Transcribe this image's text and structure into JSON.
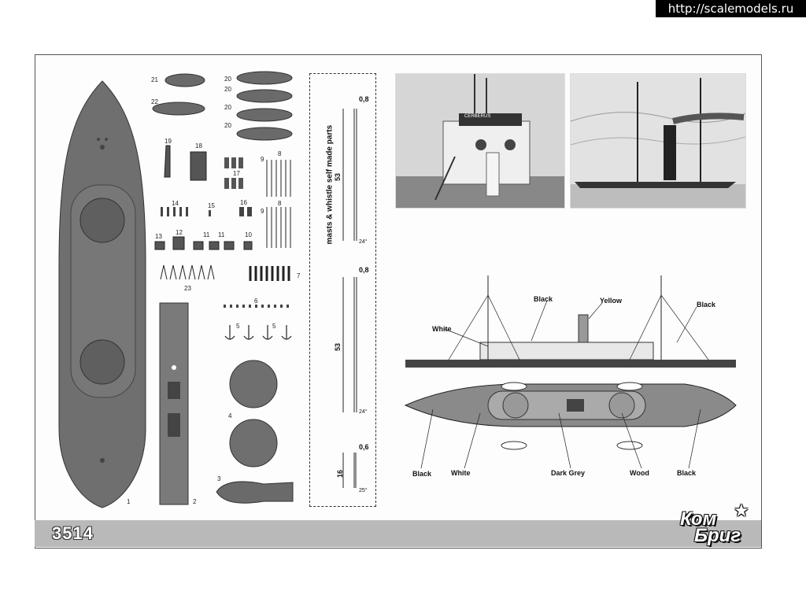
{
  "watermark": {
    "url": "http://scalemodels.ru"
  },
  "sheet": {
    "product_code": "3514",
    "brand_line1": "Ком",
    "brand_line2": "Бриг"
  },
  "parts": {
    "labels": [
      {
        "id": "p1",
        "text": "1"
      },
      {
        "id": "p2",
        "text": "2"
      },
      {
        "id": "p3",
        "text": "3"
      },
      {
        "id": "p4",
        "text": "4"
      },
      {
        "id": "p5a",
        "text": "5"
      },
      {
        "id": "p5b",
        "text": "5"
      },
      {
        "id": "p6",
        "text": "6"
      },
      {
        "id": "p7",
        "text": "7"
      },
      {
        "id": "p8a",
        "text": "8"
      },
      {
        "id": "p8b",
        "text": "8"
      },
      {
        "id": "p9a",
        "text": "9"
      },
      {
        "id": "p9b",
        "text": "9"
      },
      {
        "id": "p10",
        "text": "10"
      },
      {
        "id": "p11a",
        "text": "11"
      },
      {
        "id": "p11b",
        "text": "11"
      },
      {
        "id": "p12",
        "text": "12"
      },
      {
        "id": "p13",
        "text": "13"
      },
      {
        "id": "p14",
        "text": "14"
      },
      {
        "id": "p15",
        "text": "15"
      },
      {
        "id": "p16",
        "text": "16"
      },
      {
        "id": "p17",
        "text": "17"
      },
      {
        "id": "p18",
        "text": "18"
      },
      {
        "id": "p19",
        "text": "19"
      },
      {
        "id": "p20a",
        "text": "20"
      },
      {
        "id": "p20b",
        "text": "20"
      },
      {
        "id": "p20c",
        "text": "20"
      },
      {
        "id": "p20d",
        "text": "20"
      },
      {
        "id": "p21",
        "text": "21"
      },
      {
        "id": "p22",
        "text": "22"
      },
      {
        "id": "p23",
        "text": "23"
      }
    ]
  },
  "self_made": {
    "title": "masts & whistle  self made parts",
    "dims": {
      "d1_top": "0,8",
      "d1_len": "53",
      "d1_angle": "24°",
      "d2_top": "0,8",
      "d2_len": "53",
      "d2_angle": "24°",
      "d3_top": "0,6",
      "d3_len": "16",
      "d3_angle": "25°"
    }
  },
  "photo": {
    "nameplate": "CERBERUS"
  },
  "color_callouts": {
    "side_black1": "Black",
    "side_yellow": "Yellow",
    "side_black2": "Black",
    "side_white": "White",
    "top_black1": "Black",
    "top_white": "White",
    "top_dark_grey": "Dark Grey",
    "top_wood": "Wood",
    "top_black2": "Black"
  },
  "colors": {
    "hull_grey": "#6f6f6f",
    "footer_grey": "#b9b9b9",
    "deck_grey": "#8a8a8a"
  }
}
